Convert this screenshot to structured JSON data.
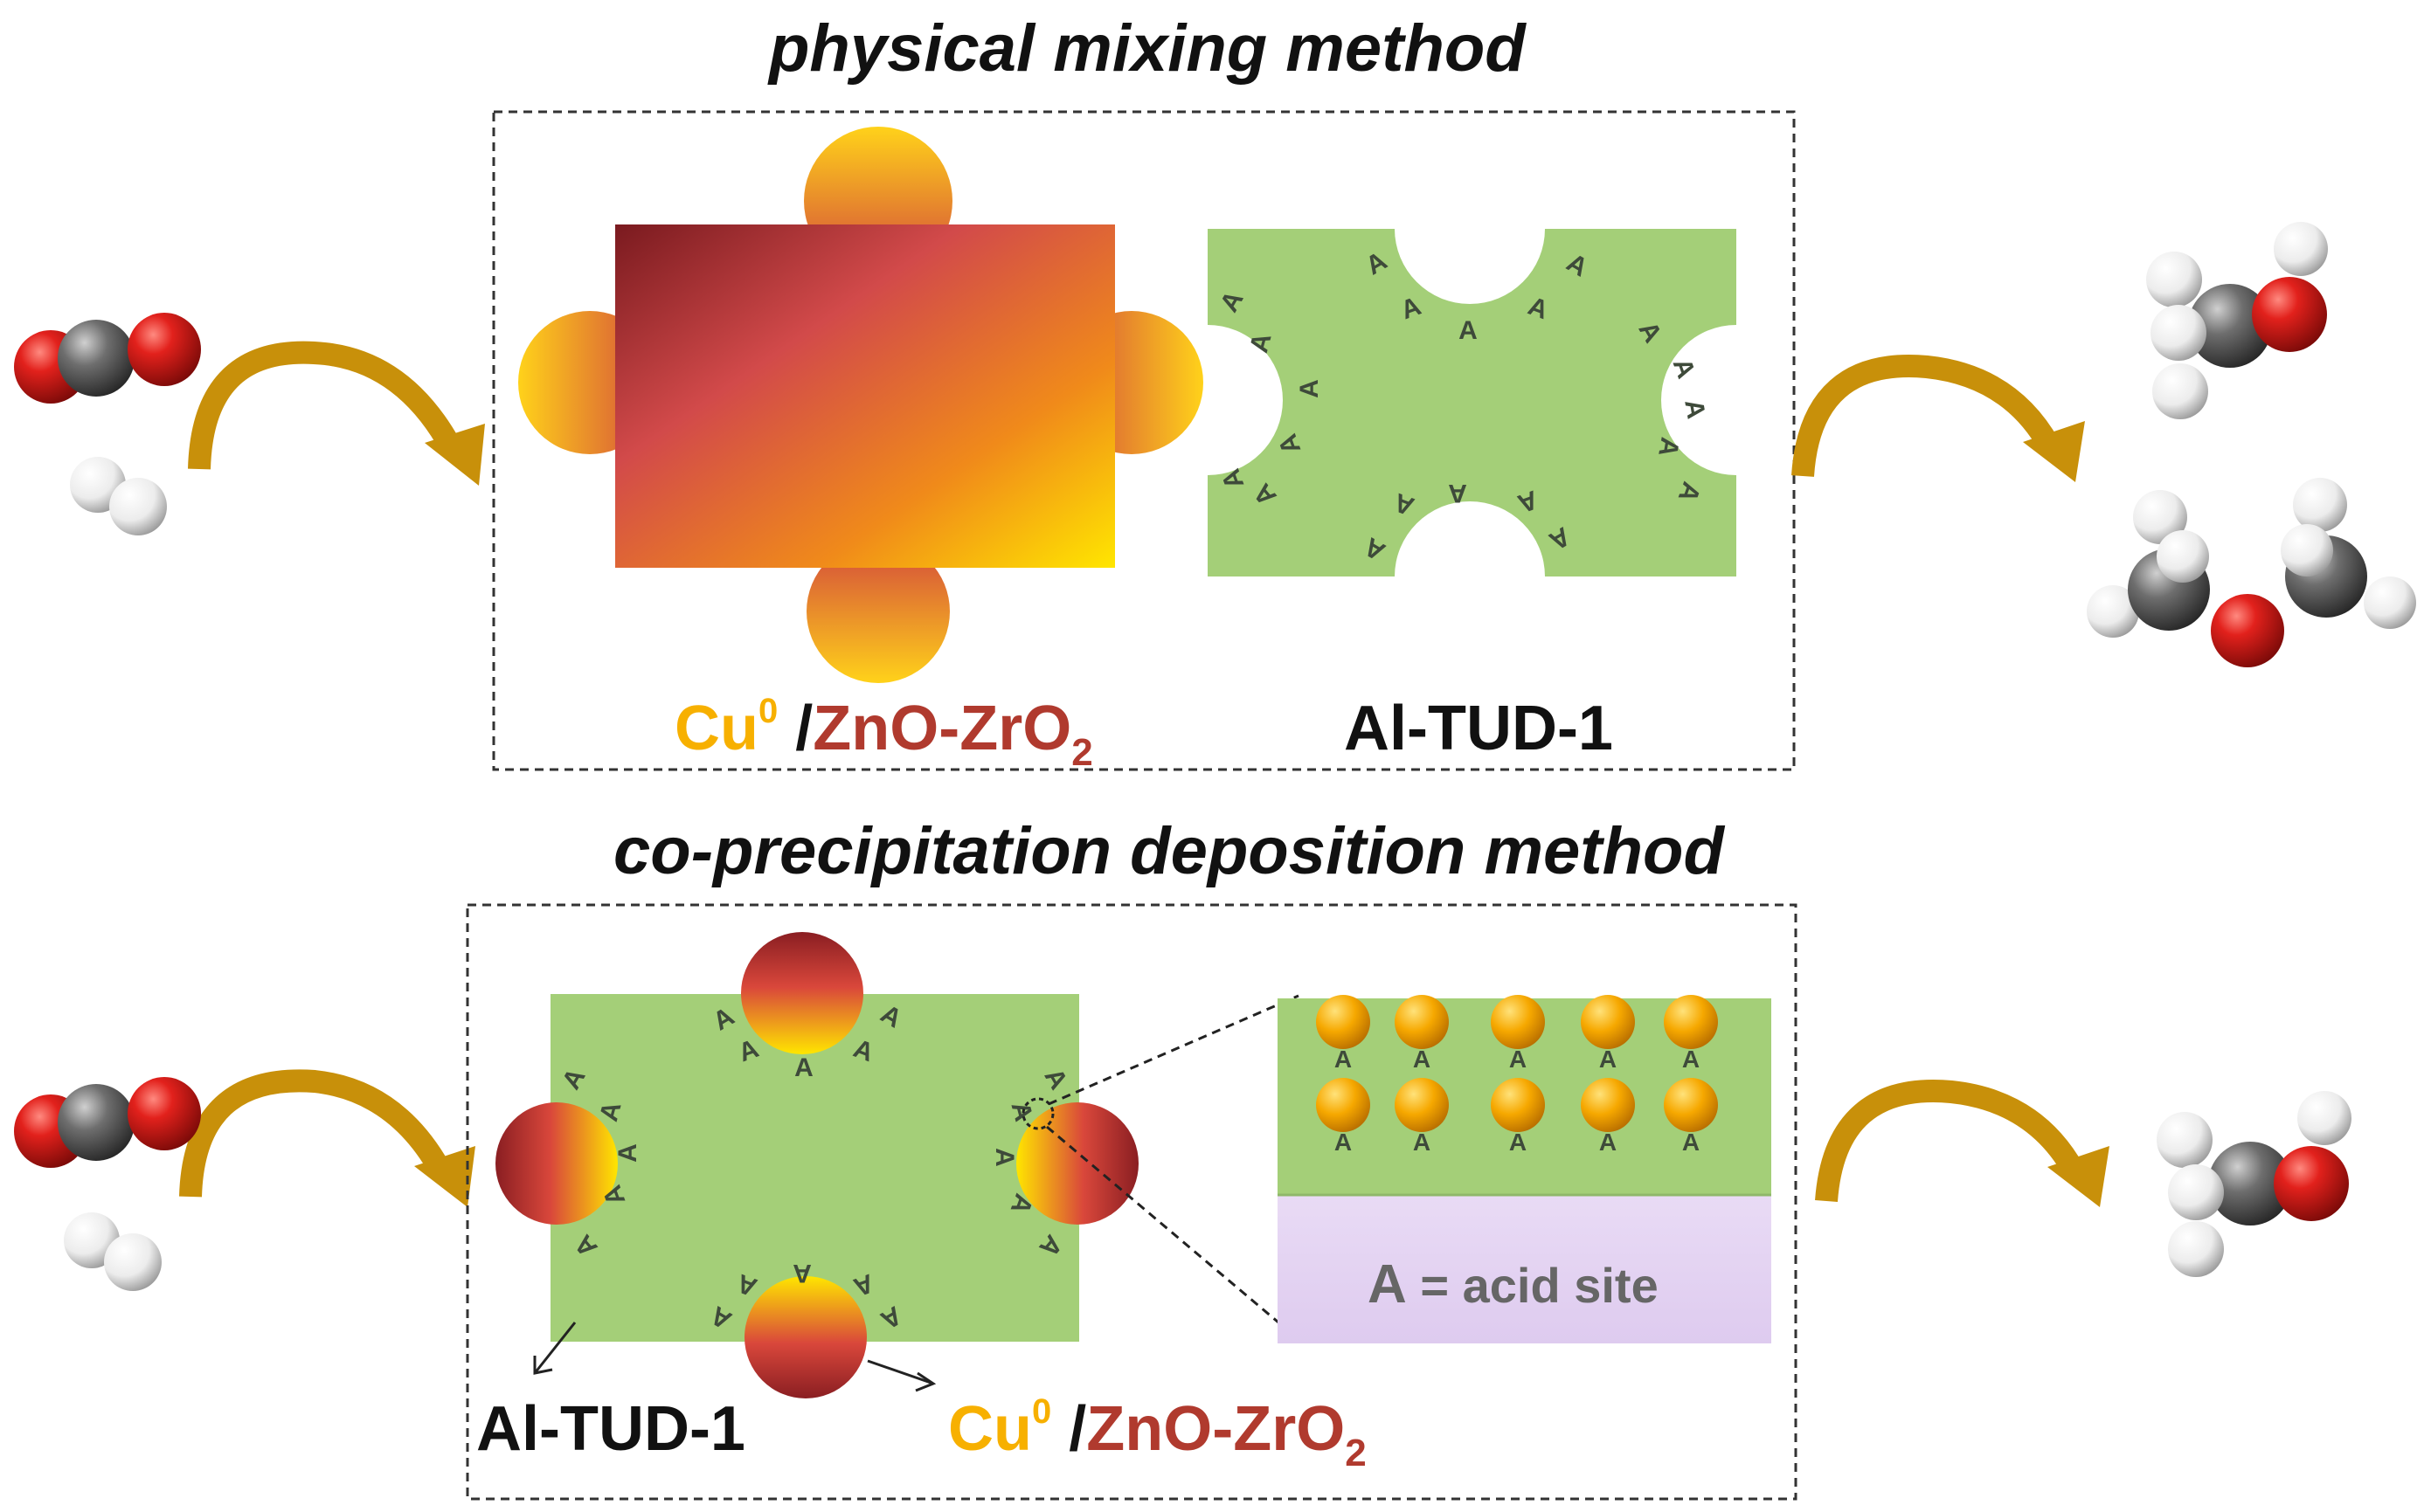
{
  "titles": {
    "top": "physical mixing method",
    "bottom": "co-precipitation deposition method"
  },
  "labels": {
    "cu": "Cu",
    "cu_sup": "0",
    "slash": "/",
    "zno_zro": "ZnO-ZrO",
    "zno_sub": "2",
    "support": "Al-TUD-1",
    "acid_symbol": "A",
    "legend_bold": "A",
    "legend_rest": " = acid site"
  },
  "colors": {
    "support_green": "#a4cf78",
    "arrow_gold": "#c8900a",
    "cu_yellow": "#f7b000",
    "zn_red": "#b03a2e",
    "panel_lavender": "#e6d5f2",
    "oxygen_red": "#e2211c",
    "carbon_gray": "#6e6e6e",
    "hydrogen_white": "#f2f2f2"
  },
  "molecules": [
    "CO2",
    "H2",
    "CH3OH",
    "CH3OCH3"
  ]
}
